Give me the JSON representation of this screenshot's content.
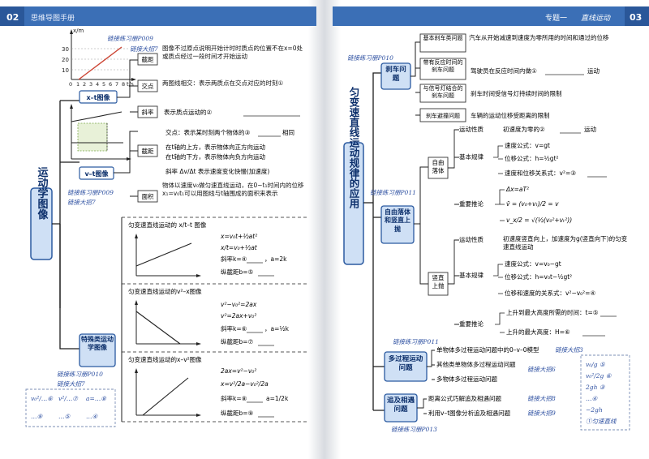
{
  "header": {
    "left_page_no": "02",
    "left_book": "思维导图手册",
    "right_chapter": "专题一",
    "right_topic": "直线运动",
    "right_page_no": "03"
  },
  "left": {
    "root": "运动学图像",
    "root_note1": "链接练习册P009",
    "root_note2": "链接大招7",
    "xt": {
      "caption": "x–t图像",
      "axis_y": "x/m",
      "axis_x": "t/s",
      "ticks_y": [
        "30",
        "20",
        "10"
      ],
      "ticks_x": [
        "0",
        "1",
        "2",
        "3",
        "4",
        "5",
        "6",
        "7",
        "8"
      ],
      "note1": "链接练习册P009",
      "note2": "链接大招7",
      "intercept_label": "截距",
      "intercept_text": "图像不过原点说明开始计时时质点的位置不在x=0处或质点经过一段时间才开始运动",
      "intersect_label": "交点",
      "intersect_text": "两图线相交：表示两质点在交点对应的时刻①",
      "slope_label": "斜率",
      "slope_text": "表示质点运动的②"
    },
    "vt": {
      "caption": "v–t图像",
      "intersect_label": "交点",
      "intersect_text": "交点：表示某时刻两个物体的③",
      "intersect_end": "相同",
      "intercept_label": "截距",
      "intercept_text1": "在t轴的上方，表示物体向正方向运动",
      "intercept_text2": "在t轴的下方，表示物体向负方向运动",
      "slope_text": "斜率 Δv/Δt 表示速度变化快慢(加速度)",
      "area_label": "面积",
      "area_text": "物体以速度v₀做匀速直线运动，在0~t₁时间内的位移x₁=v₀t₁可以用图线与t轴围成的面积来表示"
    },
    "special": {
      "label": "特殊类运动学图像",
      "g1_title": "匀变速直线运动的 x/t–t 图像",
      "g1_eq1": "x=v₀t+½at²",
      "g1_eq2": "x/t=v₀+½at",
      "g1_slope": "斜率k=④",
      "g1_slope_end": "，a=2k",
      "g1_intercept": "纵截距b=⑤",
      "g2_title": "匀变速直线运动的v²–x图像",
      "g2_eq1": "v²−v₀²=2ax",
      "g2_eq2": "v²=2ax+v₀²",
      "g2_slope": "斜率k=⑥",
      "g2_slope_end": "，a=½k",
      "g2_intercept": "纵截距b=⑦",
      "g3_title": "匀变速直线运动的x–v²图像",
      "g3_eq1": "2ax=v²−v₀²",
      "g3_eq2": "x=v²/2a−v₀²/2a",
      "g3_slope": "斜率k=⑧",
      "g3_slope_end": "a=1/2k",
      "g3_intercept": "纵截距b=⑨",
      "note1": "链接练习册P010",
      "note2": "链接大招7"
    },
    "answers": [
      "v₀²/…⑥",
      "v²/…⑦",
      "a=…⑧",
      "…⑨",
      "…⑤",
      "…④"
    ]
  },
  "right": {
    "root": "匀变速直线运动规律的应用",
    "brake": {
      "label": "刹车问题",
      "note": "链接练习册P010",
      "items": [
        {
          "k": "基本刹车类问题",
          "v": "汽车从开始减速到速度为零所用的时间和通过的位移"
        },
        {
          "k": "带有反应时间的刹车问题",
          "v": "驾驶员在反应时间内做①",
          "end": "运动"
        },
        {
          "k": "与信号灯结合的刹车问题",
          "v": "刹车时间受信号灯持续时间的限制"
        },
        {
          "k": "刹车避撞问题",
          "v": "车辆的运动位移受距离的限制"
        }
      ]
    },
    "freefall": {
      "label": "自由落体和竖直上抛",
      "note": "链接练习册P011",
      "ff_label": "自由落体",
      "ff_nature_k": "运动性质",
      "ff_nature_v": "初速度为零的②",
      "ff_nature_end": "运动",
      "ff_basic_k": "基本规律",
      "ff_basic": [
        "速度公式：v=gt",
        "位移公式：h=½gt²",
        "速度和位移关系式：v²=③"
      ],
      "ff_important_k": "重要推论",
      "ff_important": [
        "Δx=aT²",
        "v̄ = (v₀+vₜ)/2 = v",
        "v_x/2 = √(½(v₀²+vₜ²))"
      ],
      "up_label": "竖直上抛",
      "up_nature_k": "运动性质",
      "up_nature_v": "初速度竖直向上，加速度为g(竖直向下)的匀变速直线运动",
      "up_basic_k": "基本规律",
      "up_basic": [
        "速度公式：v=v₀−gt",
        "位移公式：h=v₀t−½gt²",
        "位移和速度的关系式：v²−v₀²=④"
      ],
      "up_important_k": "重要推论",
      "up_important": [
        "上升到最大高度所需的时间：t=⑤",
        "上升的最大高度：H=⑥"
      ]
    },
    "multistage": {
      "label": "多过程运动问题",
      "note1": "链接练习册P011",
      "note2": "链接大招3",
      "note3": "链接大招6",
      "items": [
        "单物体多过程运动问题中的0–v–0模型",
        "其他类单物体多过程运动问题",
        "多物体多过程运动问题"
      ]
    },
    "chase": {
      "label": "追及相遇问题",
      "note1": "链接大招8",
      "note2": "链接大招9",
      "note3": "链接练习册P013",
      "items": [
        "距离公式巧解追及相遇问题",
        "利用v–t图像分析追及相遇问题"
      ]
    },
    "answers": [
      "v₀/g ⑤",
      "v₀²/2g ⑥",
      "2gh ③",
      "…④",
      "−2gh",
      "①匀速直线"
    ]
  }
}
